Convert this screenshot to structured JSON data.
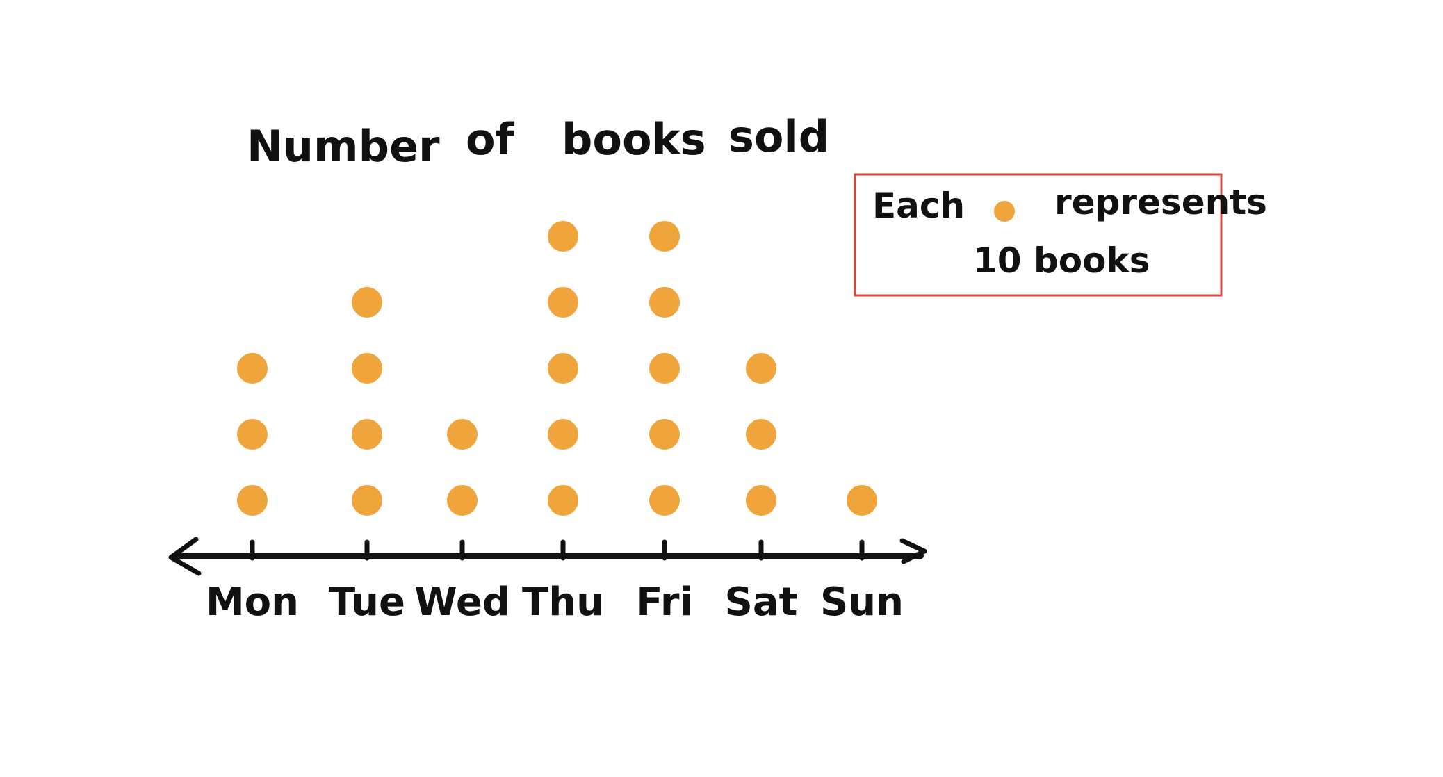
{
  "colors": {
    "dot": "#F0A43C",
    "ink": "#111111",
    "legend_border": "#D9473A",
    "background": "#FFFFFF"
  },
  "chart_data": {
    "type": "scatter",
    "subtype": "dot-plot",
    "title_words": [
      "Number",
      "of",
      "books",
      "sold"
    ],
    "categories": [
      "Mon",
      "Tue",
      "Wed",
      "Thu",
      "Fri",
      "Sat",
      "Sun"
    ],
    "dot_counts": [
      3,
      4,
      2,
      5,
      5,
      3,
      1
    ],
    "values": [
      30,
      40,
      20,
      50,
      50,
      30,
      10
    ],
    "legend": {
      "prefix": "Each",
      "suffix": "represents",
      "line2": "10 books",
      "icon": "orange-dot",
      "placement": "top-right",
      "units_per_dot": 10
    },
    "axis": {
      "arrows": "both-ends",
      "grid": false
    }
  }
}
